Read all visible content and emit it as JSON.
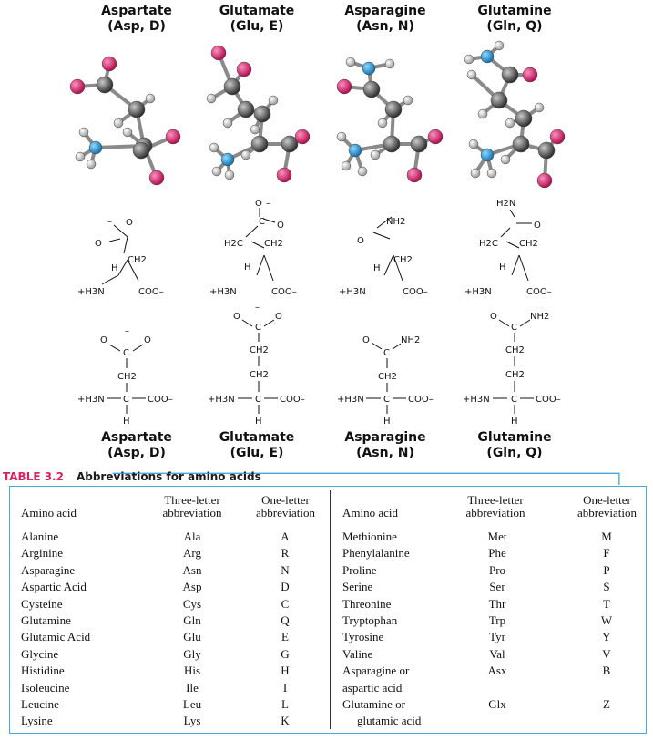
{
  "amino_acids": [
    {
      "name": "Aspartate",
      "abbr": "(Asp, D)"
    },
    {
      "name": "Glutamate",
      "abbr": "(Glu, E)"
    },
    {
      "name": "Asparagine",
      "abbr": "(Asn, N)"
    },
    {
      "name": "Glutamine",
      "abbr": "(Gln, Q)"
    }
  ],
  "structure_labels": {
    "o": "O",
    "minus": "–",
    "ch2": "CH2",
    "h": "H",
    "c": "C",
    "h3n": "+H3N",
    "coo": "COO–",
    "nh2": "NH2",
    "h2n": "H2N",
    "h2c": "H2C"
  },
  "colors": {
    "oxygen": "#c8155e",
    "nitrogen": "#1e9ad6",
    "carbon": "#555555",
    "hydrogen": "#f4f4f4",
    "accent": "#4aa8d8",
    "table_label": "#d6235f"
  },
  "table": {
    "label": "TABLE 3.2",
    "title": "Abbreviations for amino acids",
    "headers": {
      "name": "Amino acid",
      "three": "Three-letter abbreviation",
      "one": "One-letter abbreviation"
    },
    "left_rows": [
      {
        "name": "Alanine",
        "three": "Ala",
        "one": "A"
      },
      {
        "name": "Arginine",
        "three": "Arg",
        "one": "R"
      },
      {
        "name": "Asparagine",
        "three": "Asn",
        "one": "N"
      },
      {
        "name": "Aspartic Acid",
        "three": "Asp",
        "one": "D"
      },
      {
        "name": "Cysteine",
        "three": "Cys",
        "one": "C"
      },
      {
        "name": "Glutamine",
        "three": "Gln",
        "one": "Q"
      },
      {
        "name": "Glutamic Acid",
        "three": "Glu",
        "one": "E"
      },
      {
        "name": "Glycine",
        "three": "Gly",
        "one": "G"
      },
      {
        "name": "Histidine",
        "three": "His",
        "one": "H"
      },
      {
        "name": "Isoleucine",
        "three": "Ile",
        "one": "I"
      },
      {
        "name": "Leucine",
        "three": "Leu",
        "one": "L"
      },
      {
        "name": "Lysine",
        "three": "Lys",
        "one": "K"
      }
    ],
    "right_rows": [
      {
        "name": "Methionine",
        "three": "Met",
        "one": "M"
      },
      {
        "name": "Phenylalanine",
        "three": "Phe",
        "one": "F"
      },
      {
        "name": "Proline",
        "three": "Pro",
        "one": "P"
      },
      {
        "name": "Serine",
        "three": "Ser",
        "one": "S"
      },
      {
        "name": "Threonine",
        "three": "Thr",
        "one": "T"
      },
      {
        "name": "Tryptophan",
        "three": "Trp",
        "one": "W"
      },
      {
        "name": "Tyrosine",
        "three": "Tyr",
        "one": "Y"
      },
      {
        "name": "Valine",
        "three": "Val",
        "one": "V"
      },
      {
        "name": "Asparagine or",
        "three": "Asx",
        "one": "B"
      },
      {
        "name": "aspartic acid",
        "three": "",
        "one": ""
      },
      {
        "name": "Glutamine or",
        "three": "Glx",
        "one": "Z"
      },
      {
        "name": "glutamic acid",
        "three": "",
        "one": ""
      }
    ]
  }
}
